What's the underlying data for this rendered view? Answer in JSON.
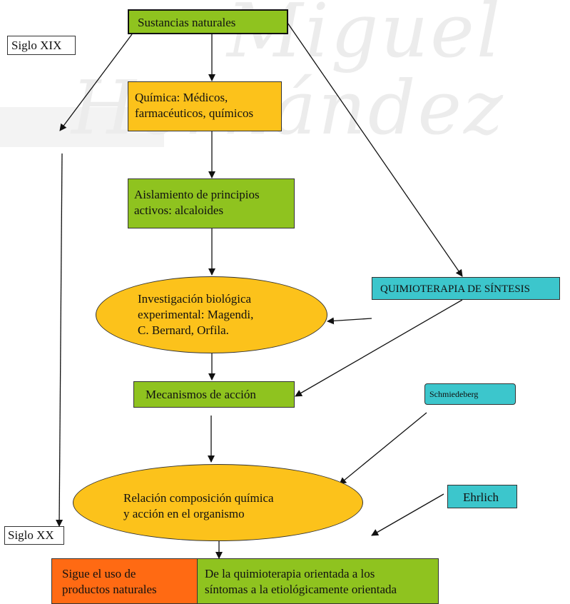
{
  "watermark": {
    "line1": "Miguel",
    "line2": "Hernández"
  },
  "labels": {
    "siglo_xix": "Siglo XIX",
    "siglo_xx": "Siglo XX"
  },
  "nodes": {
    "sustancias": "Sustancias naturales",
    "quimica_1": "Química: Médicos,",
    "quimica_2": "farmacéuticos, químicos",
    "aislamiento_1": "Aislamiento de principios",
    "aislamiento_2": "activos: alcaloides",
    "investigacion_1": "Investigación biológica",
    "investigacion_2": "experimental: Magendi,",
    "investigacion_3": "C. Bernard, Orfila.",
    "mecanismos": "Mecanismos de acción",
    "quimioterapia": "QUIMIOTERAPIA DE SÍNTESIS",
    "schmiedeberg": "Schmiedeberg",
    "relacion_1": "Relación composición química",
    "relacion_2": "y acción en el organismo",
    "ehrlich": "Ehrlich",
    "sigue_1": "Sigue el uso de",
    "sigue_2": "productos naturales",
    "dela_1": "De la quimioterapia orientada a los",
    "dela_2": "síntomas a la etiológicamente orientada"
  },
  "colors": {
    "green": "#8fc31f",
    "yellow": "#fcc21b",
    "cyan": "#3cc6cc",
    "orange": "#ff6a13"
  }
}
